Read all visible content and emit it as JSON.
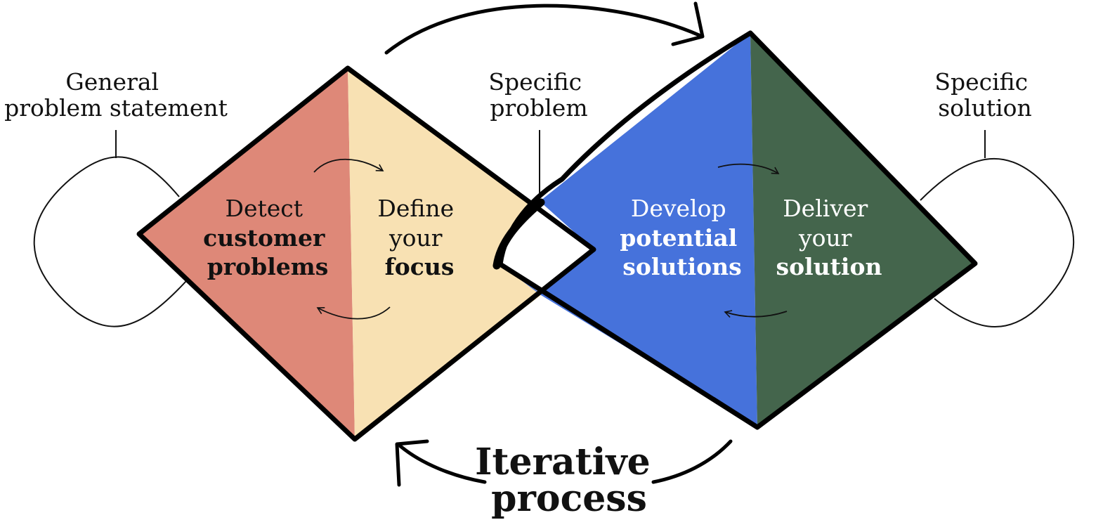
{
  "colors": {
    "detect": "#de8878",
    "define": "#f8e1b3",
    "develop": "#4672db",
    "deliver": "#44654c",
    "outline": "#000000"
  },
  "labels": {
    "general_problem": [
      "General",
      "problem statement"
    ],
    "specific_problem": [
      "Specific",
      "problem"
    ],
    "specific_solution": [
      "Specific",
      "solution"
    ]
  },
  "phases": {
    "detect": {
      "line1": "Detect",
      "line2": "customer",
      "line3": "problems"
    },
    "define": {
      "line1": "Define",
      "line2": "your",
      "line3": "focus"
    },
    "develop": {
      "line1": "Develop",
      "line2": "potential",
      "line3": "solutions"
    },
    "deliver": {
      "line1": "Deliver",
      "line2": "your",
      "line3": "solution"
    }
  },
  "iterative": {
    "line1": "Iterative",
    "line2": "process"
  }
}
